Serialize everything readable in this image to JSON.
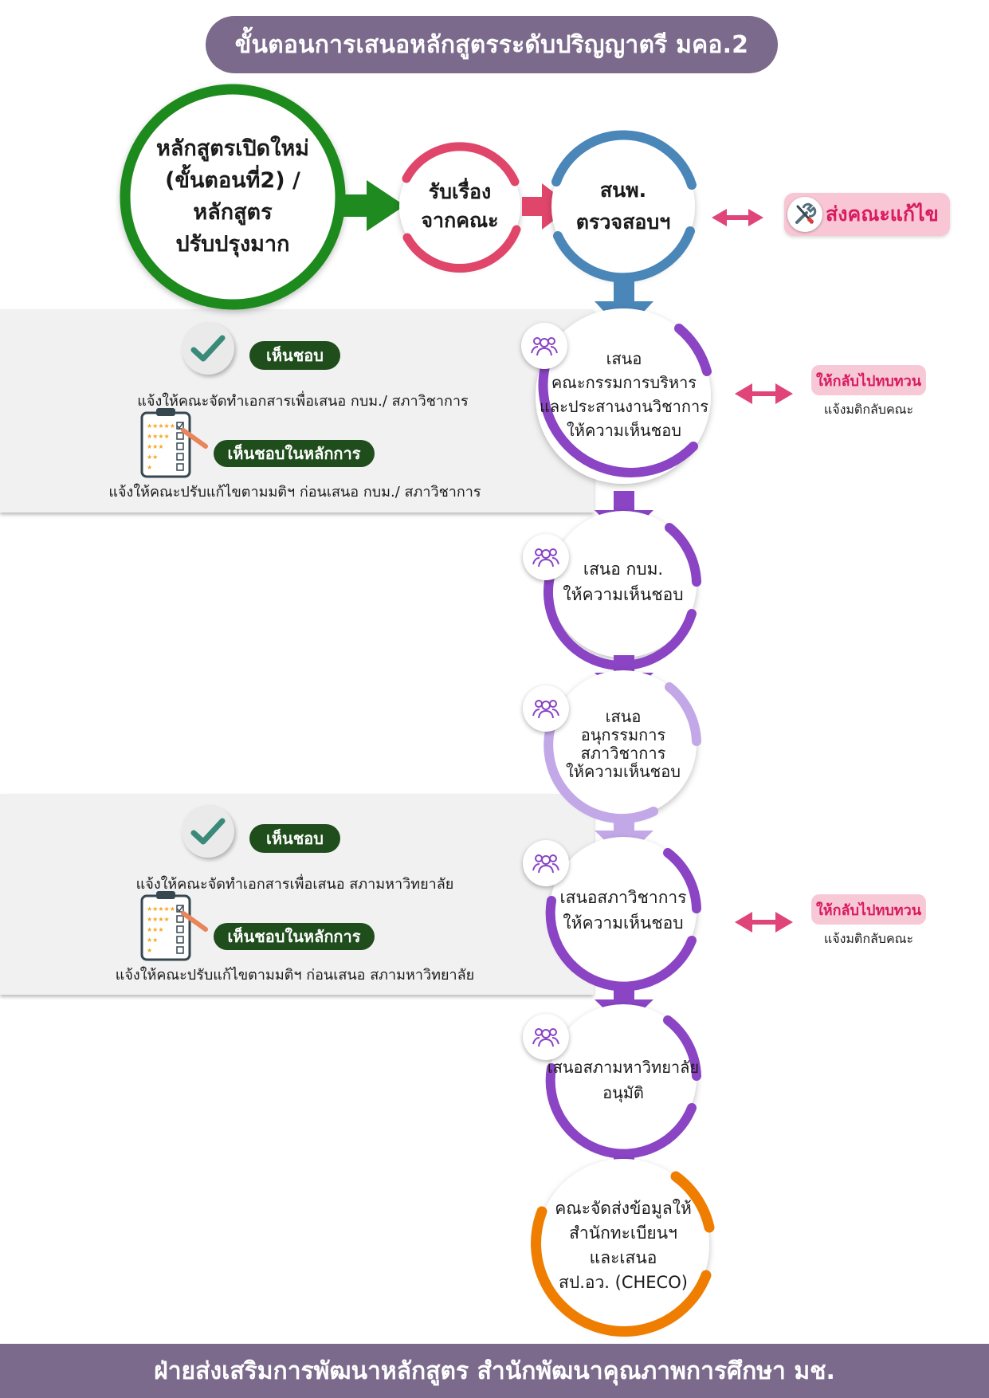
{
  "title": "ขั้นตอนการเสนอหลักสูตรระดับปริญญาตรี มคอ.2",
  "start": {
    "lines": [
      "หลักสูตรเปิดใหม่",
      "(ขั้นตอนที่2) /",
      "หลักสูตร",
      "ปรับปรุงมาก"
    ]
  },
  "receive": {
    "lines": [
      "รับเรื่อง",
      "จากคณะ"
    ]
  },
  "review": {
    "lines": [
      "สนพ.",
      "ตรวจสอบฯ"
    ]
  },
  "send_back_label": "ส่งคณะแก้ไข",
  "steps": [
    {
      "lines": [
        "เสนอ",
        "คณะกรรมการบริหาร",
        "และประสานงานวิชาการ",
        "ให้ความเห็นชอบ"
      ]
    },
    {
      "lines": [
        "เสนอ กบม.",
        "ให้ความเห็นชอบ"
      ]
    },
    {
      "lines": [
        "เสนอ",
        "อนุกรรมการ",
        "สภาวิชาการ",
        "ให้ความเห็นชอบ"
      ]
    },
    {
      "lines": [
        "เสนอสภาวิชาการ",
        "ให้ความเห็นชอบ"
      ]
    },
    {
      "lines": [
        "เสนอสภามหาวิทยาลัย",
        "อนุมัติ"
      ]
    },
    {
      "lines": [
        "คณะจัดส่งข้อมูลให้",
        "สำนักทะเบียนฯ",
        "และเสนอ",
        "สป.อว. (CHECO)"
      ]
    }
  ],
  "panels": [
    {
      "approve_label": "เห็นชอบ",
      "approve_note": "แจ้งให้คณะจัดทำเอกสารเพื่อเสนอ กบม./ สภาวิชาการ",
      "principle_label": "เห็นชอบในหลักการ",
      "principle_note": "แจ้งให้คณะปรับแก้ไขตามมติฯ ก่อนเสนอ กบม./ สภาวิชาการ"
    },
    {
      "approve_label": "เห็นชอบ",
      "approve_note": "แจ้งให้คณะจัดทำเอกสารเพื่อเสนอ สภามหาวิทยาลัย",
      "principle_label": "เห็นชอบในหลักการ",
      "principle_note": "แจ้งให้คณะปรับแก้ไขตามมติฯ ก่อนเสนอ สภามหาวิทยาลัย"
    }
  ],
  "returns": [
    {
      "label": "ให้กลับไปทบทวน",
      "note": "แจ้งมติกลับคณะ"
    },
    {
      "label": "ให้กลับไปทบทวน",
      "note": "แจ้งมติกลับคณะ"
    }
  ],
  "footer": "ฝ่ายส่งเสริมการพัฒนาหลักสูตร สำนักพัฒนาคุณภาพการศึกษา มช.",
  "colors": {
    "header": "#7b6a8c",
    "green": "#1f8a1f",
    "red": "#e0456a",
    "blue": "#4a86b8",
    "purple": "#8a44c4",
    "light_purple": "#c3a8e8",
    "orange": "#ef7d00",
    "pink": "#e0457a"
  }
}
